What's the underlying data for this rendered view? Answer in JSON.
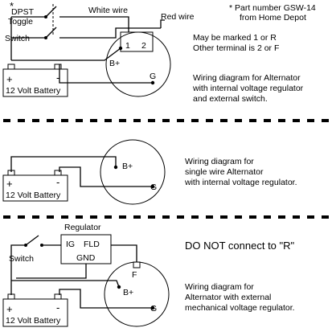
{
  "top": {
    "switch_label_1": "DPST",
    "switch_label_2": "Toggle",
    "switch_label_3": "Switch",
    "note_1": "* Part number GSW-14",
    "note_2": "from Home Depot",
    "white_wire": "White wire",
    "red_wire": "Red wire",
    "terminal_1": "1",
    "terminal_2": "2",
    "bplus": "B+",
    "ground": "G",
    "battery": "12 Volt Battery",
    "plus": "+",
    "minus": "-",
    "marking_1": "May be marked 1 or R",
    "marking_2": "Other terminal is 2 or F",
    "caption_1": "Wiring diagram for Alternator",
    "caption_2": "with internal voltage regulator",
    "caption_3": "and external switch."
  },
  "middle": {
    "bplus": "B+",
    "ground": "G",
    "battery": "12 Volt Battery",
    "plus": "+",
    "minus": "-",
    "caption_1": "Wiring diagram for",
    "caption_2": "single wire Alternator",
    "caption_3": "with internal voltage regulator."
  },
  "bottom": {
    "regulator": "Regulator",
    "ig": "IG",
    "fld": "FLD",
    "gnd": "GND",
    "switch": "Switch",
    "f_terminal": "F",
    "bplus": "B+",
    "ground": "G",
    "battery": "12 Volt Battery",
    "plus": "+",
    "minus": "-",
    "warning": "DO NOT connect to \"R\"",
    "caption_1": "Wiring diagram for",
    "caption_2": "Alternator with external",
    "caption_3": "mechanical voltage regulator."
  }
}
